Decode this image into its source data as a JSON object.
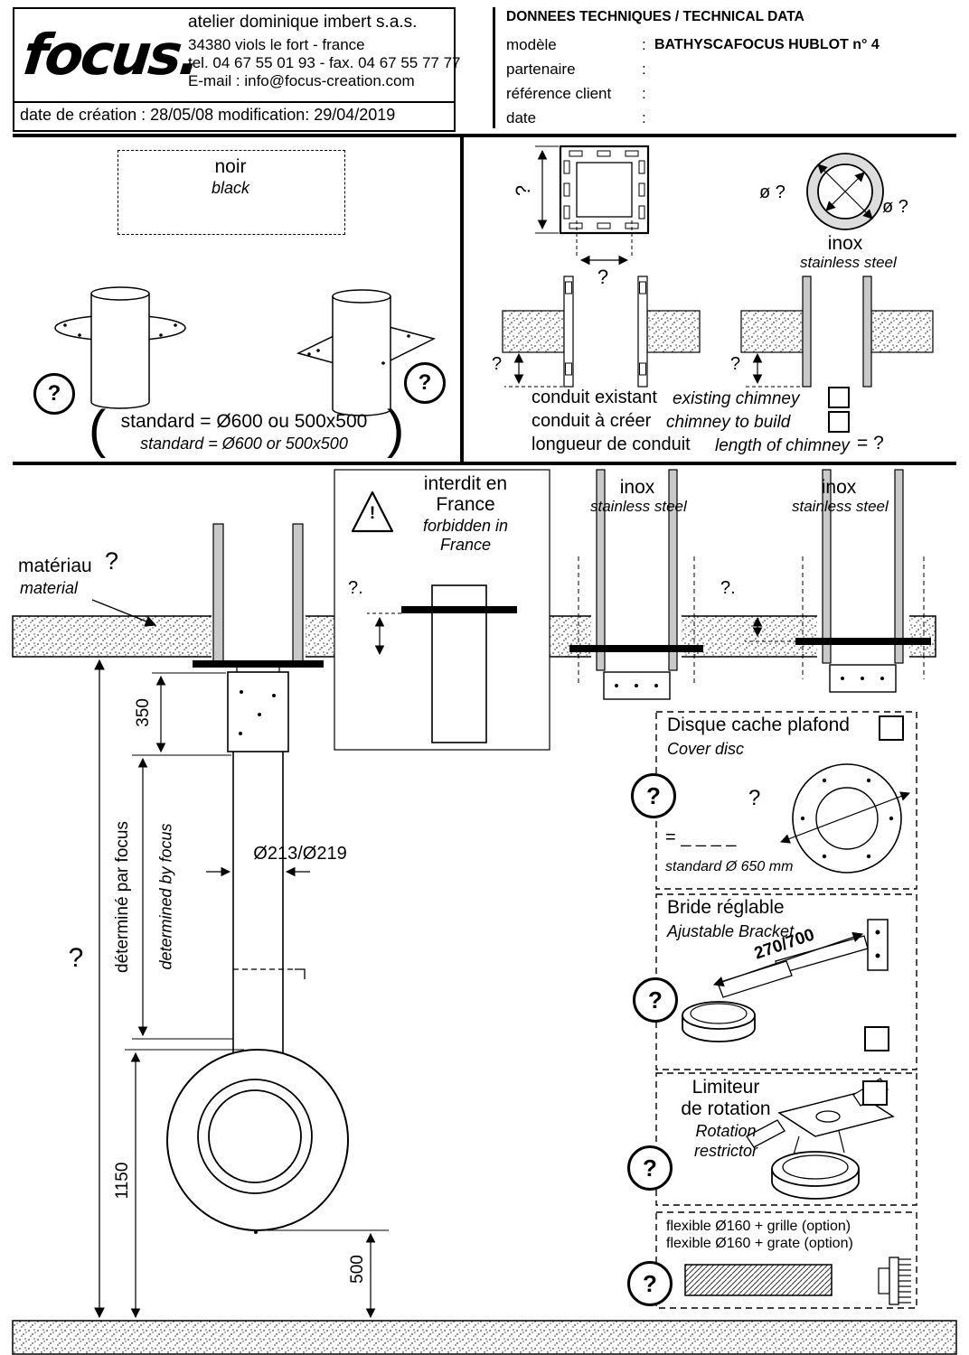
{
  "q": "?",
  "header": {
    "logo": "focus.",
    "company": "atelier dominique imbert s.a.s.",
    "address": "34380 viols le fort  -  france",
    "phone": "tel. 04 67 55 01 93  -  fax. 04 67 55 77 77",
    "email": "E-mail : info@focus-creation.com",
    "date_line": "date de création : 28/05/08  modification: 29/04/2019",
    "tech_title": "DONNEES TECHNIQUES / TECHNICAL DATA",
    "colon": ":",
    "model_label": "modèle",
    "model_value": "BATHYSCAFOCUS HUBLOT  n° 4",
    "partner_label": "partenaire",
    "ref_label": "référence client",
    "date_label": "date"
  },
  "top_left": {
    "noir": "noir",
    "black": "black",
    "paren_open": "(",
    "paren_close": ")",
    "standard_fr": "standard = Ø600 ou 500x500",
    "standard_en": "standard = Ø600 or 500x500"
  },
  "top_right": {
    "dia_left": "ø ?",
    "dia_right": "ø ?",
    "inox": "inox",
    "stainless": "stainless steel",
    "existant_fr": "conduit existant",
    "existant_en": "existing chimney",
    "creer_fr": "conduit à créer",
    "creer_en": "chimney to build",
    "longueur_fr": "longueur de conduit",
    "longueur_en": "length of chimney",
    "equals_q": "= ?"
  },
  "main": {
    "materiau": "matériau",
    "material": "material",
    "interdit_fr1": "interdit en",
    "interdit_fr2": "France",
    "interdit_en1": "forbidden in",
    "interdit_en2": "France",
    "warning_mark": "!",
    "inox": "inox",
    "stainless": "stainless steel",
    "q_dot": "?.",
    "dim_350": "350",
    "dim_1150": "1150",
    "dim_500": "500",
    "dim_diameter": "Ø213/Ø219",
    "determined_fr": "déterminé par focus",
    "determined_en": "determined by focus"
  },
  "panels": {
    "disque": {
      "title": "Disque cache plafond",
      "subtitle": "Cover disc",
      "equals": "= _ _ _ _",
      "standard": "standard Ø 650 mm"
    },
    "bride": {
      "title": "Bride réglable",
      "subtitle": "Ajustable Bracket",
      "dim": "270/700"
    },
    "limiteur": {
      "title1": "Limiteur",
      "title2": "de rotation",
      "sub1": "Rotation",
      "sub2": "restrictor"
    },
    "flexible": {
      "line1": "flexible Ø160 + grille (option)",
      "line2": "flexible Ø160 + grate (option)"
    }
  }
}
